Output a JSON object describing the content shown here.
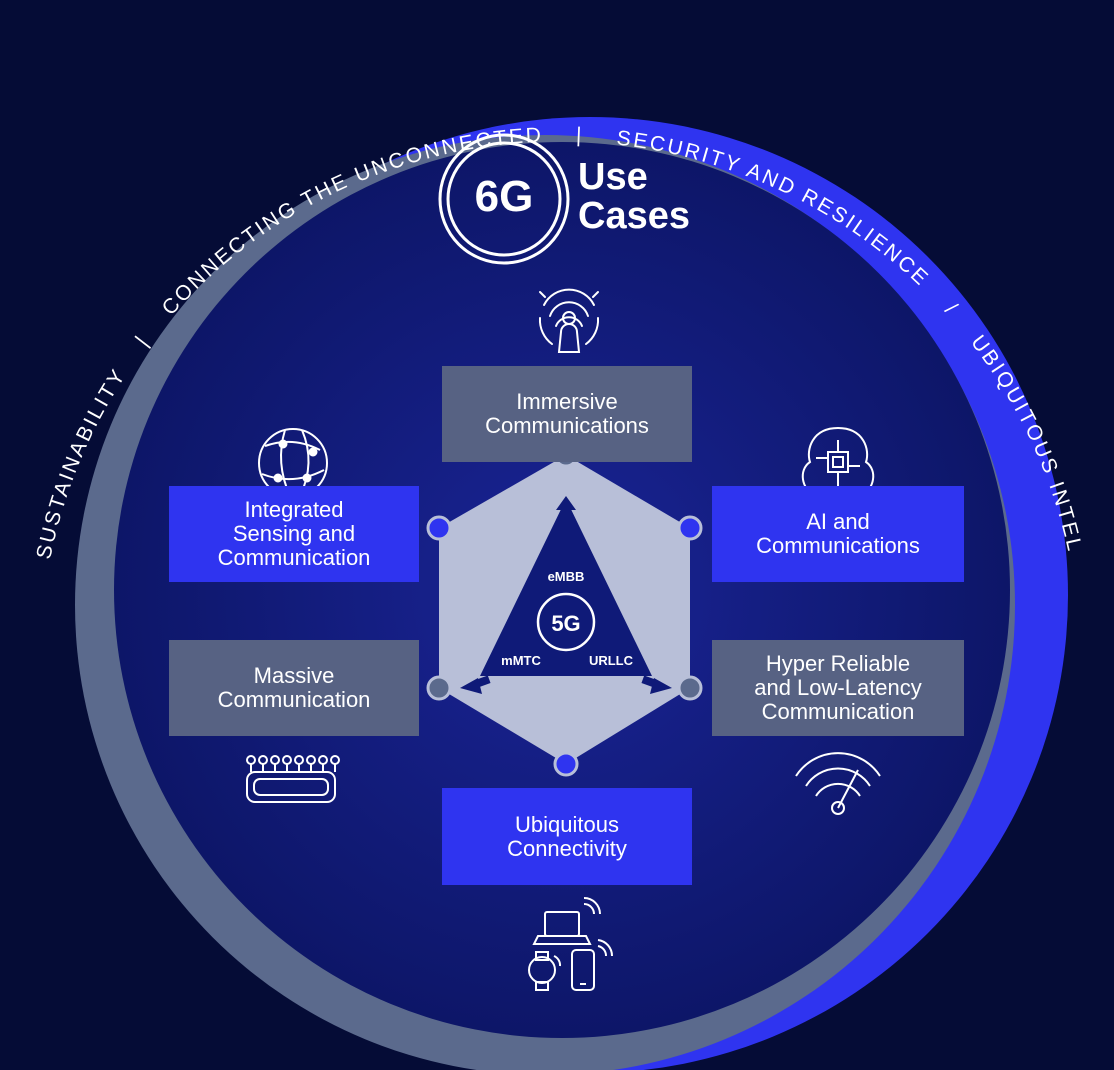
{
  "outer_ring_labels": {
    "sustainability": "SUSTAINABILITY",
    "connecting": "CONNECTING THE UNCONNECTED",
    "security": "SECURITY AND RESILIENCE",
    "ubiquitous_intelligence": "UBIQUITOUS INTELLIGENCE",
    "separator": "|",
    "separator_alt": "/"
  },
  "title": {
    "badge": "6G",
    "text": "Use\nCases"
  },
  "core": {
    "center_label": "5G",
    "top": "eMBB",
    "left": "mMTC",
    "right": "URLLC"
  },
  "use_cases": {
    "immersive": "Immersive\nCommunications",
    "ai": "AI and\nCommunications",
    "hrllc": "Hyper Reliable\nand Low-Latency\nCommunication",
    "ubiquitous": "Ubiquitous\nConnectivity",
    "massive": "Massive\nCommunication",
    "sensing": "Integrated\nSensing and\nCommunication"
  },
  "icons": {
    "immersive": "fingerprint-person-icon",
    "ai": "ai-brain-chip-icon",
    "hrllc": "wifi-gauge-icon",
    "ubiquitous": "devices-laptop-watch-phone-icon",
    "massive": "iot-sensor-array-icon",
    "sensing": "globe-network-icon"
  },
  "colors": {
    "background": "#050c36",
    "disc": "#0f1a78",
    "ring_blue": "#2f34f0",
    "ring_gray": "#5b6a8d",
    "box_blue": "#2f34f0",
    "box_gray": "#576283",
    "hexagon": "#b8bfd8",
    "triangle": "#0f1a78"
  }
}
